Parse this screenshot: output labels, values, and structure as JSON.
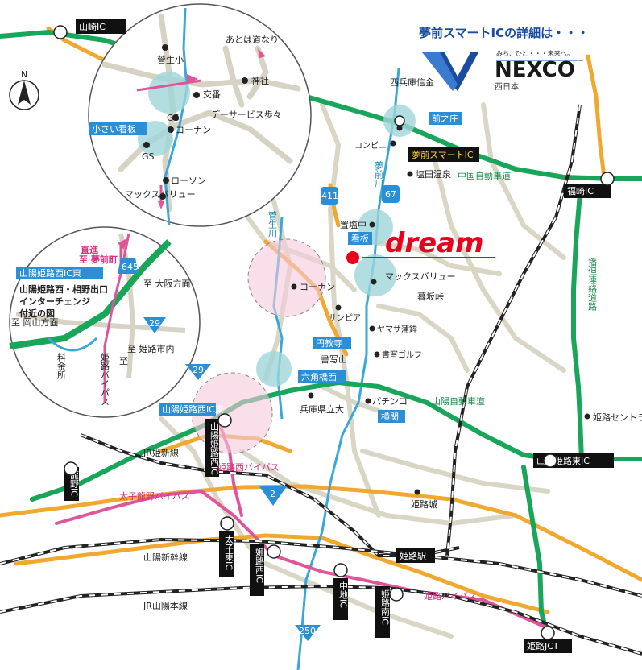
{
  "header": {
    "title": "夢前スマートICの詳細は・・・"
  },
  "logo": {
    "wordmark": "NEXCO",
    "tagline": "みち、ひと・・・未来へ。",
    "sub": "西日本"
  },
  "compass": {
    "label": "N"
  },
  "brand": {
    "name": "dream"
  },
  "interchanges": {
    "yamasaki": "山崎IC",
    "fukusaki": "福崎IC",
    "sanyo_himeji_higashi": "山陽姫路東IC",
    "sanyo_himeji_nishi": "山陽姫路西IC東",
    "sanyo_himeji_nishi_v": "山陽姫路西IC",
    "tatsuno": "龍野IC",
    "taishi_higashi": "太子東IC",
    "himeji_nishi": "姫路西IC",
    "nakachi": "中地IC",
    "himeji_minami": "姫路南IC",
    "himeji_jct": "姫路JCT",
    "yumesaki_smart": "夢前スマートIC"
  },
  "blue_tags": {
    "maenosho": "前之庄",
    "kanban": "看板",
    "engyoji": "円教寺",
    "rokkaku": "六角橋西",
    "yokozeki": "横関",
    "sanyo_himeji_nishi_inset": "山陽姫路西IC東",
    "small_sign": "小さい看板"
  },
  "roads": {
    "r411": "411",
    "r67": "67",
    "r29a": "29",
    "r29b": "29",
    "r2": "2",
    "r250": "250",
    "r645": "645",
    "chugoku": "中国自動車道",
    "sanyo": "山陽自動車道",
    "bantan": "播但連絡道路",
    "himeji_nishi_bypass": "姫路西バイパス",
    "taishi_tatsuno_bypass": "太子龍野バイパス",
    "himeji_bypass": "姫路バイパス",
    "jr_himeshin": "JR姫新線",
    "shinkansen": "山陽新幹線",
    "jr_sanyo": "JR山陽本線",
    "himeji_station": "姫路駅"
  },
  "rivers": {
    "yumesaki": "夢前川",
    "sugao": "菅生川"
  },
  "places": {
    "nishi_hyogo_shinkin": "西兵庫信金",
    "convenience": "コンビニ",
    "shioda_onsen": "塩田温泉",
    "oki_shioda_naka": "置塩中",
    "maxvalu": "マックスバリュー",
    "konan": "コーナン",
    "sunpia": "サンピア",
    "yamasa": "ヤマサ蒲鉾",
    "shosha_golf": "書写ゴルフ",
    "shoshazan": "書写山",
    "yumesakitoge": "暮坂峠",
    "kenritsudai": "兵庫県立大",
    "pachinko": "パチンコ",
    "himeji_castle": "姫路城",
    "himeji_central_park": "姫路セントラルパーク"
  },
  "inset_top": {
    "sugao_elem": "菅生小",
    "remaining": "あとは道なり",
    "shrine": "神社",
    "koban": "交番",
    "day_service": "デーサービス歩々",
    "gs1": "GS",
    "gs2": "GS",
    "konan": "コーナン",
    "lawson": "ローソン",
    "maxvalu": "マックスバリュー"
  },
  "inset_bottom": {
    "title1": "山陽姫路西・相野出口",
    "title2": "インターチェンジ",
    "title3": "付近の図",
    "straight": "直進",
    "to_yumesaki": "至 夢前町",
    "to_osaka": "至 大阪方面",
    "to_okayama": "至 岡山方面",
    "to_himeji": "至 姫路市内",
    "tollgate": "料金所",
    "himeji_bypass": "姫路バイパス",
    "to_label": "至"
  },
  "colors": {
    "expressway": "#1aa65a",
    "national": "#f0a830",
    "bypass": "#e0559a",
    "river": "#3aa7d8",
    "city_road": "#d6d3c4",
    "rail": "#1a1a1a",
    "accent": "#e8001c",
    "blue_tag": "#2a8fd6"
  }
}
